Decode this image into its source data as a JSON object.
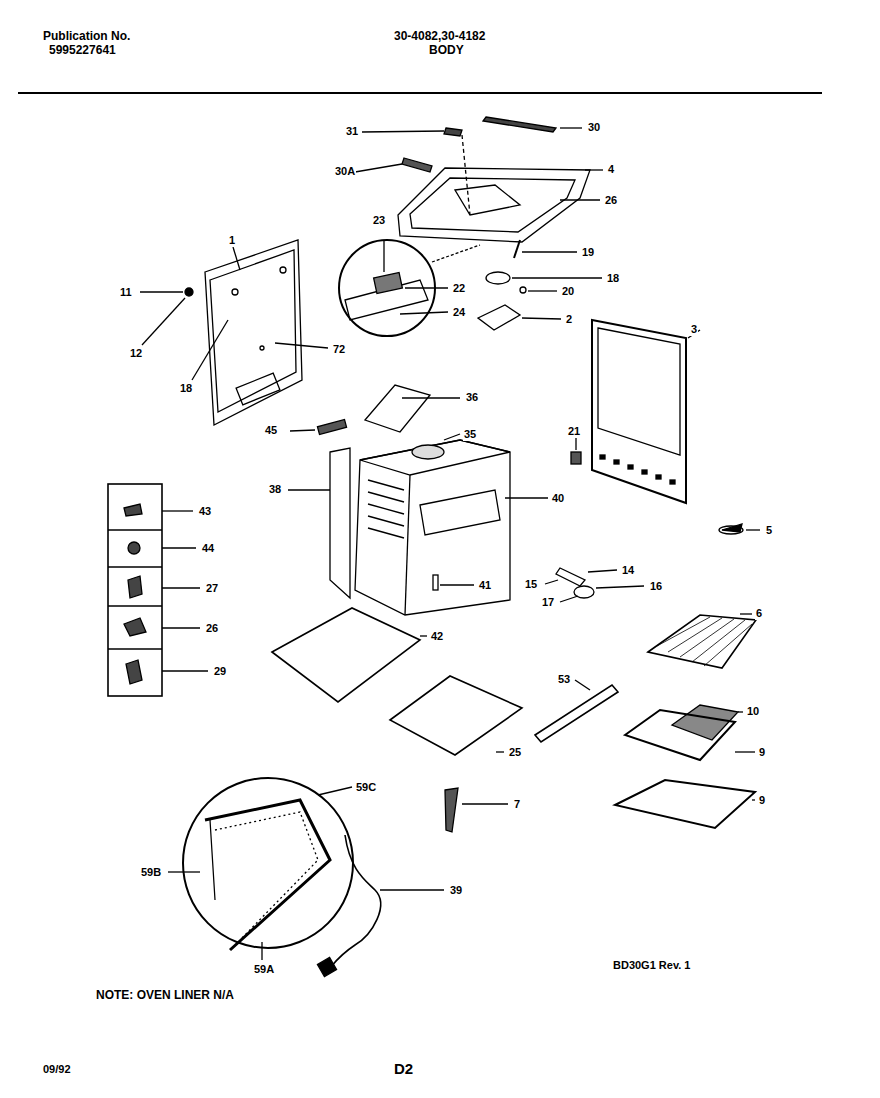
{
  "diagram": {
    "title": "BODY",
    "labels": [
      "Publication No.",
      "5995227641",
      "30-4082,30-4182",
      "31",
      "30",
      "30A",
      "4",
      "26",
      "1",
      "11",
      "12",
      "18",
      "72",
      "23",
      "22",
      "24",
      "19",
      "18",
      "20",
      "2",
      "3",
      "45",
      "36",
      "35",
      "38",
      "40",
      "21",
      "5",
      "43",
      "44",
      "27",
      "26",
      "29",
      "41",
      "14",
      "15",
      "16",
      "17",
      "6",
      "42",
      "25",
      "53",
      "10",
      "9",
      "9",
      "7",
      "59C",
      "59B",
      "59A",
      "39",
      "BD30G1 Rev. 1",
      "NOTE: OVEN LINER N/A",
      "09/92",
      "D2"
    ]
  }
}
